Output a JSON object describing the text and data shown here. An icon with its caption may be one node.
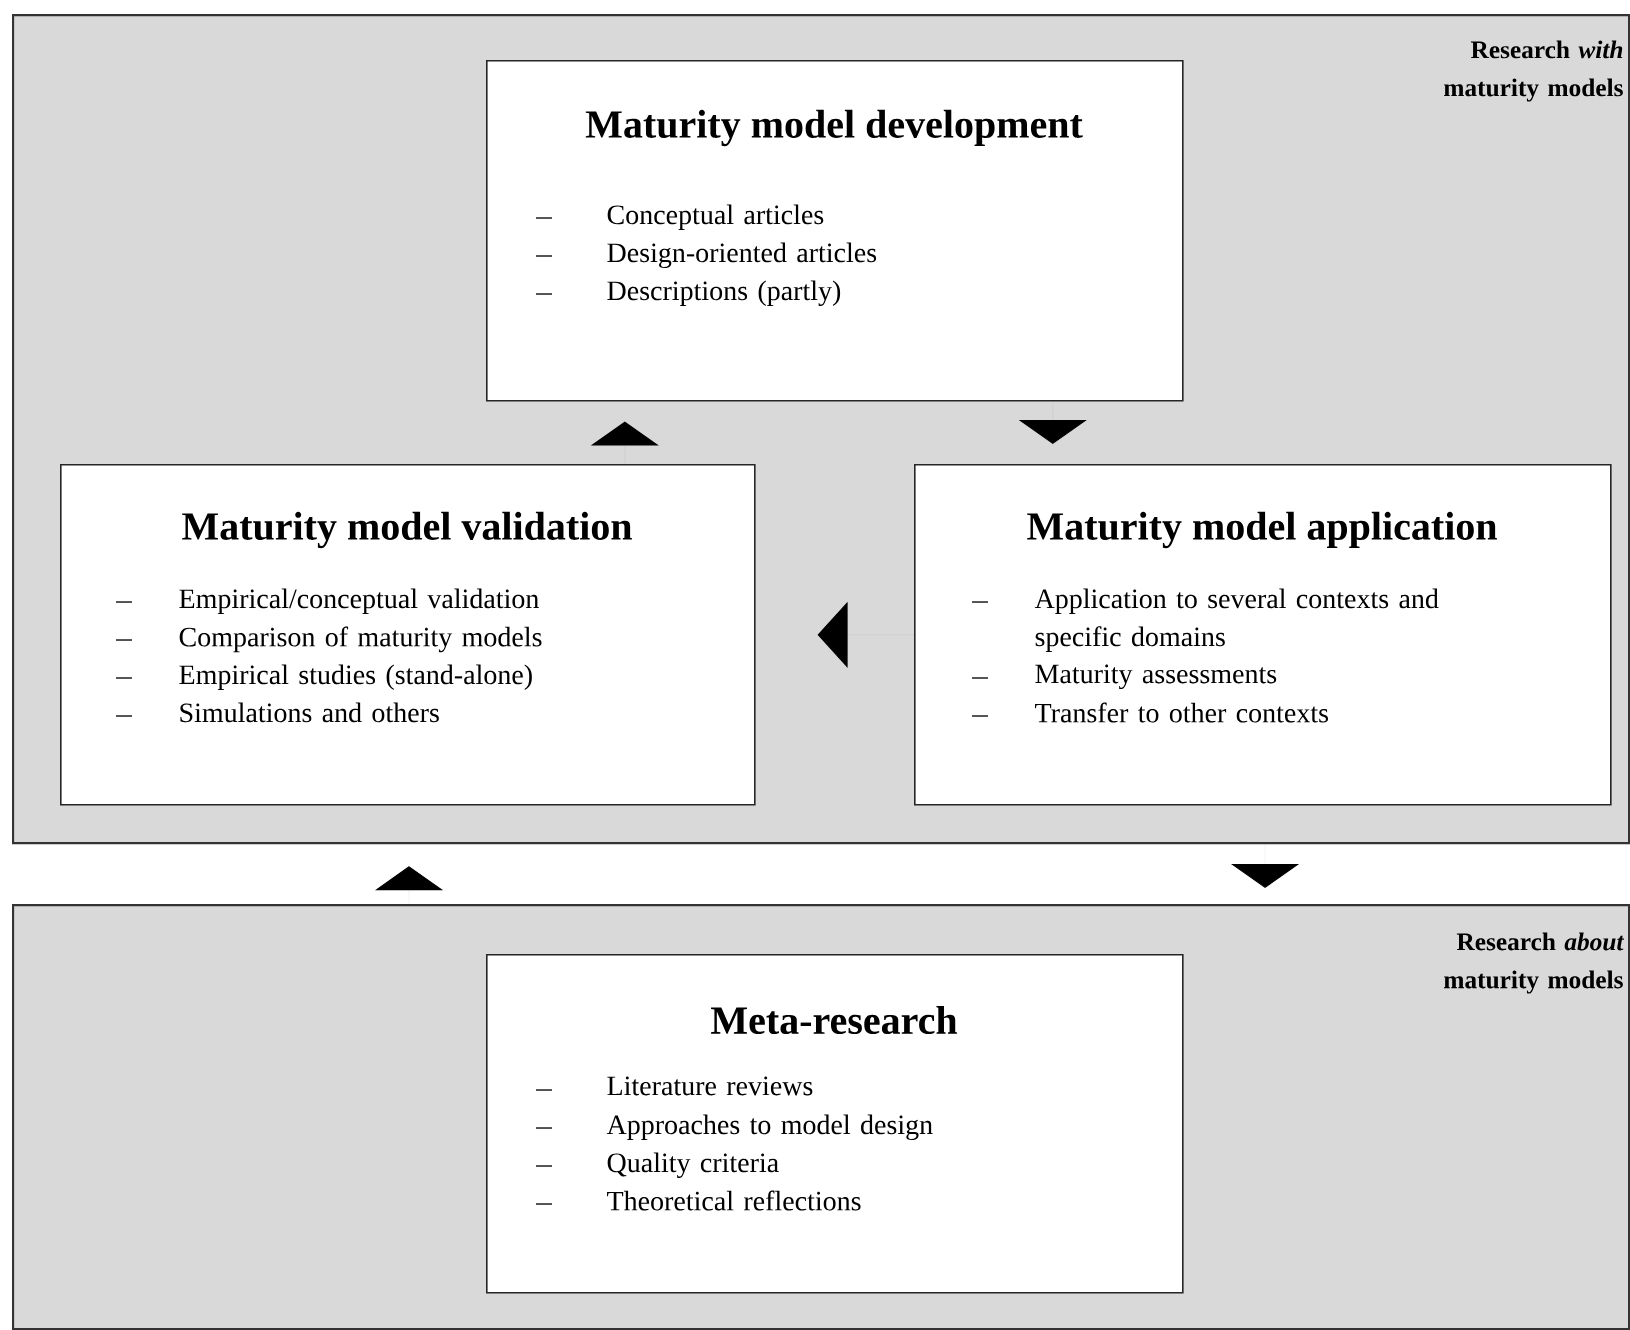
{
  "diagram": {
    "nodes": [
      {
        "text": [
          "Research *with* maturity models"
        ]
      },
      {
        "text": [
          "Maturity model development",
          "Conceptual articles",
          "Design-oriented articles",
          "Descriptions (partly)"
        ],
        "in": 0
      },
      {
        "text": [
          "Maturity model validation",
          "Empirical/conceptual validation",
          "Comparison of maturity models",
          "Empirical studies (stand-alone)",
          "Simulations and others"
        ],
        "in": 0
      },
      {
        "text": [
          "Maturity model application",
          "Application to several contexts and specific domains",
          "Maturity assessments",
          "Transfer to other contexts"
        ],
        "in": 0
      },
      {
        "text": [
          "Research *about* maturity models"
        ]
      },
      {
        "text": [
          "Meta-research",
          "Literature reviews",
          "Approaches to model design",
          "Quality criteria",
          "Theoretical reflections"
        ],
        "in": 4
      }
    ],
    "edges": [
      {
        "from": 1,
        "to": 3,
        "arrow": "to"
      },
      {
        "from": 3,
        "to": 2,
        "arrow": "to"
      },
      {
        "from": 2,
        "to": 1,
        "arrow": "to"
      },
      {
        "from": 0,
        "to": 4,
        "arrow": "to"
      },
      {
        "from": 4,
        "to": 0,
        "arrow": "to"
      }
    ]
  }
}
